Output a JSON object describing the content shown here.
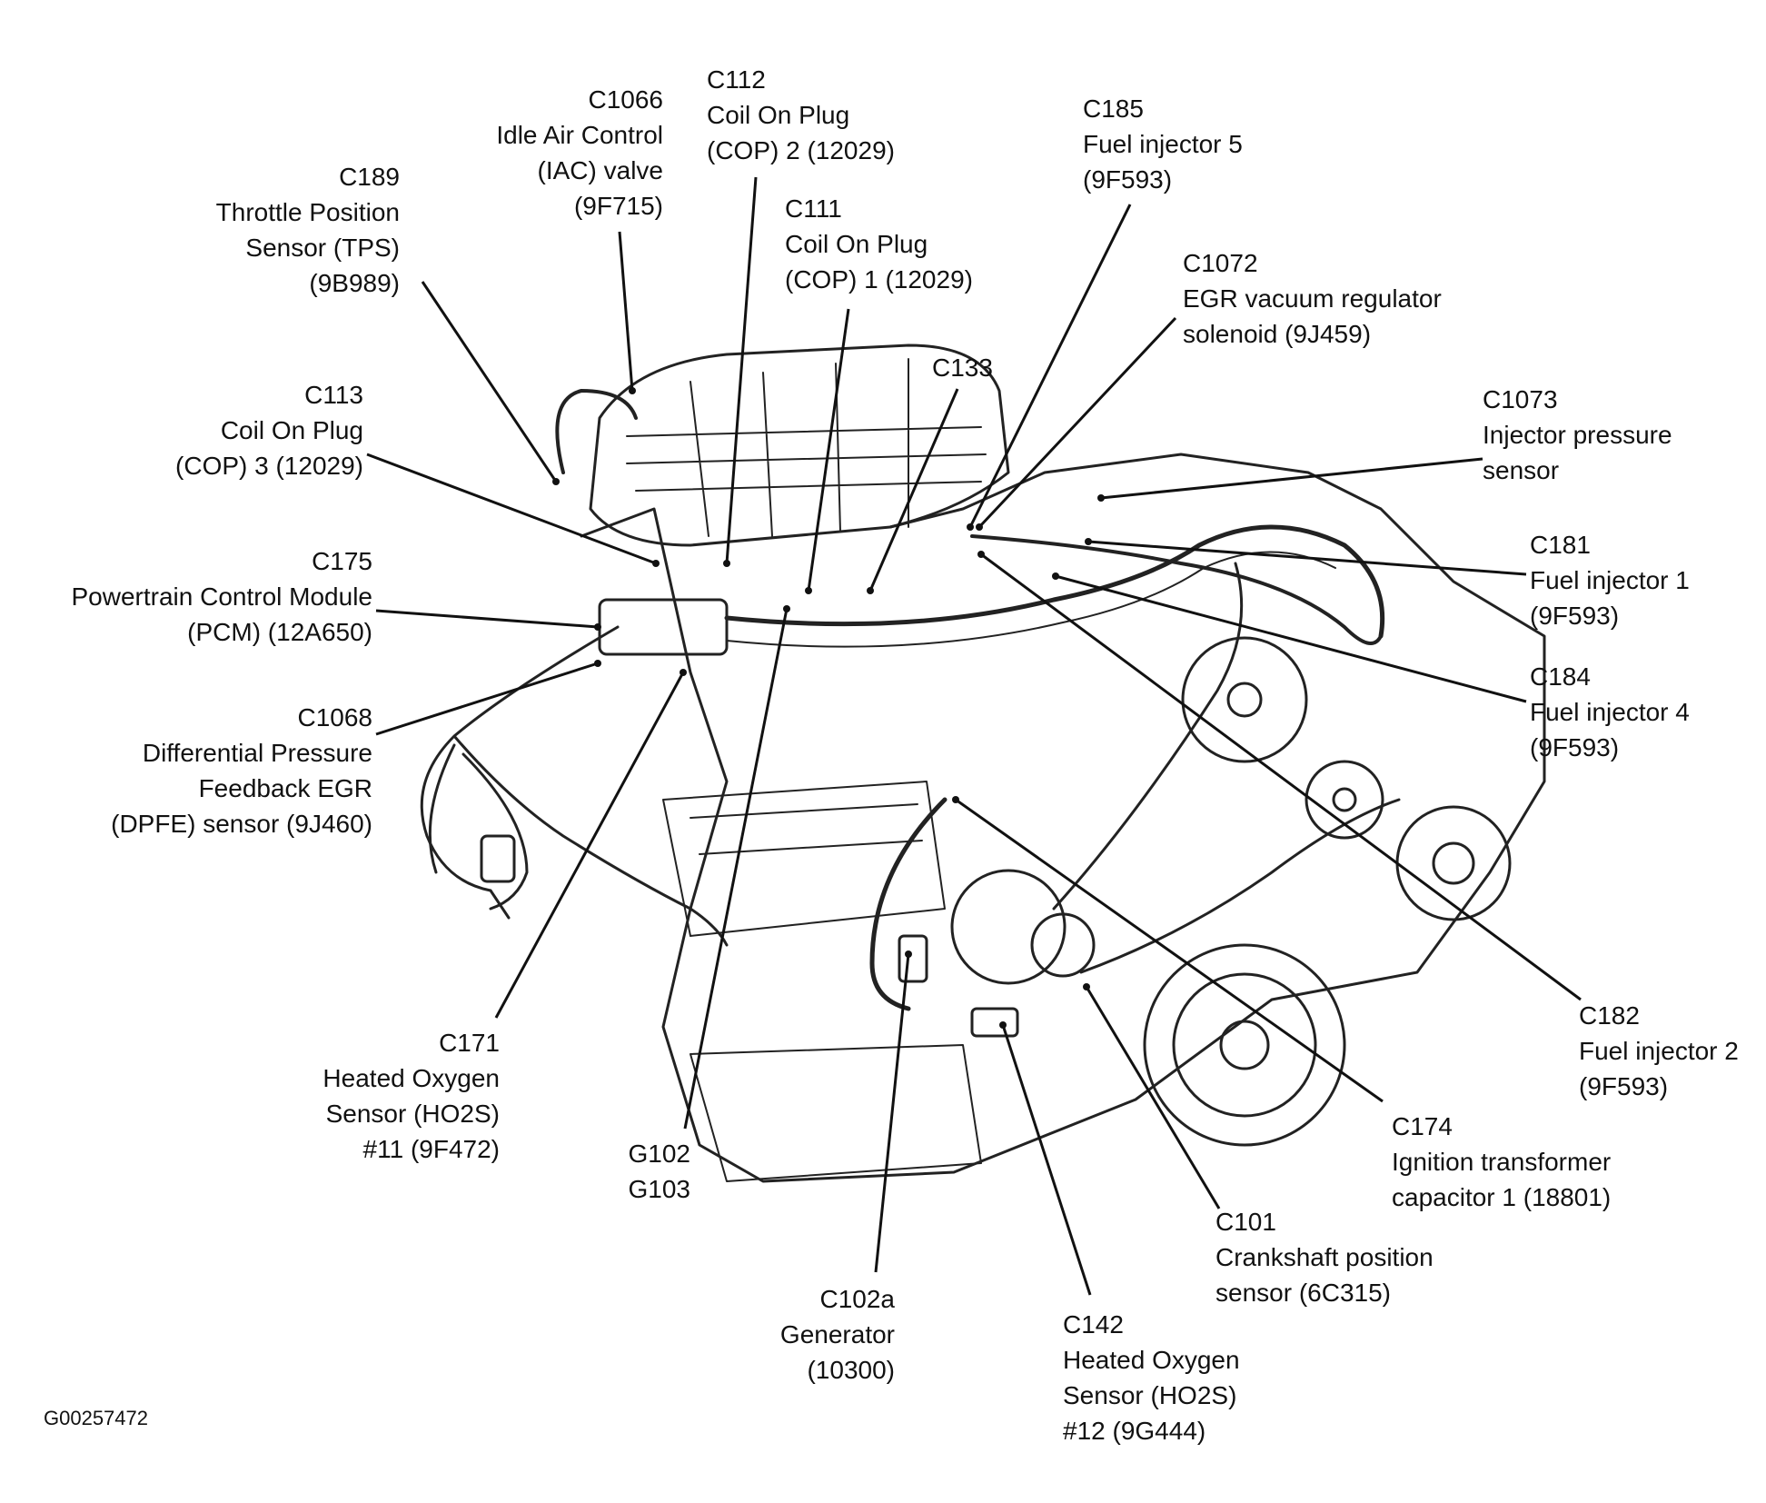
{
  "colors": {
    "ink": "#111111",
    "background": "#ffffff",
    "engine_line": "#222222"
  },
  "figure_code": "G00257472",
  "callouts": [
    {
      "id": "c189",
      "lines": [
        "C189",
        "Throttle Position",
        "Sensor (TPS)",
        "(9B989)"
      ]
    },
    {
      "id": "c1066",
      "lines": [
        "C1066",
        "Idle Air Control",
        "(IAC) valve",
        "(9F715)"
      ]
    },
    {
      "id": "c112",
      "lines": [
        "C112",
        "Coil On Plug",
        "(COP) 2 (12029)"
      ]
    },
    {
      "id": "c111",
      "lines": [
        "C111",
        "Coil On Plug",
        "(COP) 1 (12029)"
      ]
    },
    {
      "id": "c185",
      "lines": [
        "C185",
        "Fuel injector 5",
        "(9F593)"
      ]
    },
    {
      "id": "c1072",
      "lines": [
        "C1072",
        "EGR vacuum regulator",
        "solenoid (9J459)"
      ]
    },
    {
      "id": "c133",
      "lines": [
        "C133"
      ]
    },
    {
      "id": "c1073",
      "lines": [
        "C1073",
        "Injector pressure",
        "sensor"
      ]
    },
    {
      "id": "c113",
      "lines": [
        "C113",
        "Coil On Plug",
        "(COP) 3 (12029)"
      ]
    },
    {
      "id": "c181",
      "lines": [
        "C181",
        "Fuel injector 1",
        "(9F593)"
      ]
    },
    {
      "id": "c175",
      "lines": [
        "C175",
        "Powertrain Control Module",
        "(PCM) (12A650)"
      ]
    },
    {
      "id": "c184",
      "lines": [
        "C184",
        "Fuel injector 4",
        "(9F593)"
      ]
    },
    {
      "id": "c1068",
      "lines": [
        "C1068",
        "Differential Pressure",
        "Feedback EGR",
        "(DPFE) sensor (9J460)"
      ]
    },
    {
      "id": "c182",
      "lines": [
        "C182",
        "Fuel injector 2",
        "(9F593)"
      ]
    },
    {
      "id": "c171",
      "lines": [
        "C171",
        "Heated Oxygen",
        "Sensor (HO2S)",
        "#11 (9F472)"
      ]
    },
    {
      "id": "g102",
      "lines": [
        "G102",
        "G103"
      ]
    },
    {
      "id": "c174",
      "lines": [
        "C174",
        "Ignition transformer",
        "capacitor 1 (18801)"
      ]
    },
    {
      "id": "c101",
      "lines": [
        "C101",
        "Crankshaft position",
        "sensor (6C315)"
      ]
    },
    {
      "id": "c102a",
      "lines": [
        "C102a",
        "Generator",
        "(10300)"
      ]
    },
    {
      "id": "c142",
      "lines": [
        "C142",
        "Heated Oxygen",
        "Sensor (HO2S)",
        "#12 (9G444)"
      ]
    }
  ]
}
